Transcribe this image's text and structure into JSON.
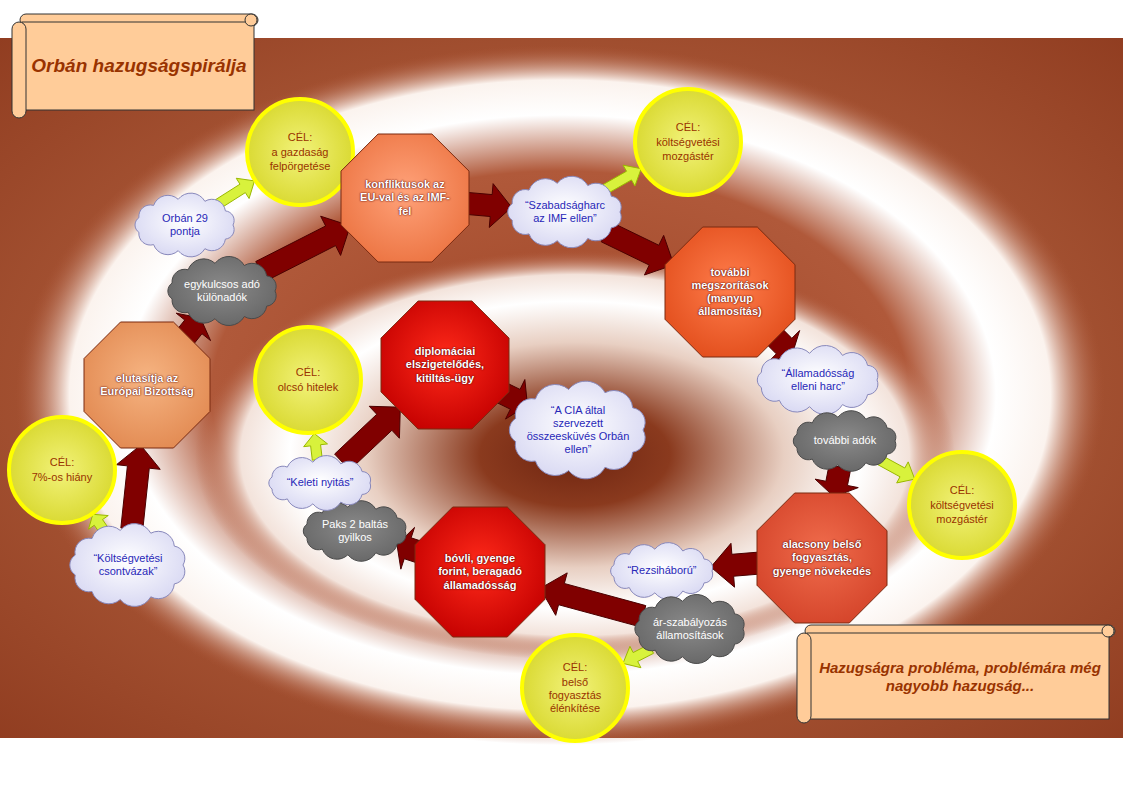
{
  "diagram": {
    "title": "Orbán hazugságspirálja",
    "caption": "Hazugságra probléma, problémára még nagyobb hazugság...",
    "nodes": [
      {
        "text": [
          "“Költségvetési csontvázak”"
        ]
      },
      {
        "text": [
          "CÉL:",
          "7%-os hiány"
        ]
      },
      {
        "text": [
          "elutasítja az Európai Bizottság"
        ]
      },
      {
        "text": [
          "egykulcsos adó különadók"
        ]
      },
      {
        "text": [
          "Orbán 29 pontja"
        ]
      },
      {
        "text": [
          "CÉL:",
          "a gazdaság felpörgetése"
        ]
      },
      {
        "text": [
          "konfliktusok az EU-val és az IMF-fel"
        ]
      },
      {
        "text": [
          "“Szabadságharc az IMF ellen”"
        ]
      },
      {
        "text": [
          "CÉL:",
          "költségvetési mozgástér"
        ]
      },
      {
        "text": [
          "további megszorítások (manyup államosítás)"
        ]
      },
      {
        "text": [
          "“Államadósság elleni harc”"
        ]
      },
      {
        "text": [
          "további adók"
        ]
      },
      {
        "text": [
          "CÉL:",
          "költségvetési mozgástér"
        ]
      },
      {
        "text": [
          "alacsony belső fogyasztás, gyenge növekedés"
        ]
      },
      {
        "text": [
          "“Rezsiháború”"
        ]
      },
      {
        "text": [
          "ár-szabályozás államosítások"
        ]
      },
      {
        "text": [
          "CÉL:",
          "belső fogyasztás élénkítése"
        ]
      },
      {
        "text": [
          "bóvli, gyenge forint, beragadó államadósság"
        ]
      },
      {
        "text": [
          "Paks 2 baltás gyilkos"
        ]
      },
      {
        "text": [
          "“Keleti nyitás”"
        ]
      },
      {
        "text": [
          "CÉL:",
          "olcsó hitelek"
        ]
      },
      {
        "text": [
          "diplomáciai elszigetelődés, kitiltás-ügy"
        ]
      },
      {
        "text": [
          "“A CIA által szervezett összeesküvés Orbán ellen”"
        ]
      }
    ],
    "edges": [
      {
        "from": 0,
        "to": 2,
        "arrow": "to"
      },
      {
        "from": 0,
        "to": 1,
        "arrow": "to"
      },
      {
        "from": 2,
        "to": 3,
        "arrow": "to"
      },
      {
        "from": 3,
        "to": 6,
        "arrow": "to"
      },
      {
        "from": 4,
        "to": 5,
        "arrow": "to"
      },
      {
        "from": 6,
        "to": 7,
        "arrow": "to"
      },
      {
        "from": 7,
        "to": 8,
        "arrow": "to"
      },
      {
        "from": 7,
        "to": 9,
        "arrow": "to"
      },
      {
        "from": 9,
        "to": 10,
        "arrow": "to"
      },
      {
        "from": 11,
        "to": 12,
        "arrow": "to"
      },
      {
        "from": 11,
        "to": 13,
        "arrow": "to"
      },
      {
        "from": 13,
        "to": 14,
        "arrow": "to"
      },
      {
        "from": 15,
        "to": 16,
        "arrow": "to"
      },
      {
        "from": 15,
        "to": 17,
        "arrow": "to"
      },
      {
        "from": 17,
        "to": 18,
        "arrow": "to"
      },
      {
        "from": 19,
        "to": 20,
        "arrow": "to"
      },
      {
        "from": 19,
        "to": 21,
        "arrow": "to"
      },
      {
        "from": 21,
        "to": 22,
        "arrow": "to"
      }
    ]
  }
}
